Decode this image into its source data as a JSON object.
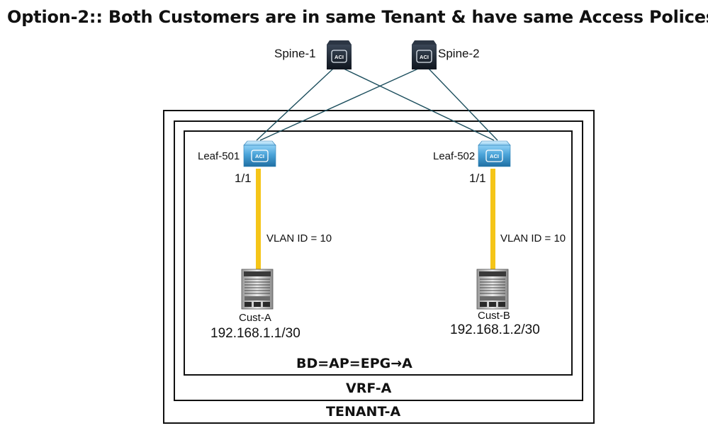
{
  "title": "Option-2:: Both Customers are in same Tenant & have same Access Polices",
  "spines": [
    {
      "label": "Spine-1",
      "icon": "aci-switch-icon"
    },
    {
      "label": "Spine-2",
      "icon": "aci-switch-icon"
    }
  ],
  "leaves": [
    {
      "label": "Leaf-501",
      "port": "1/1",
      "icon": "aci-switch-icon",
      "vlan": "VLAN ID = 10"
    },
    {
      "label": "Leaf-502",
      "port": "1/1",
      "icon": "aci-switch-icon",
      "vlan": "VLAN ID = 10"
    }
  ],
  "customers": [
    {
      "name": "Cust-A",
      "ip": "192.168.1.1/30",
      "icon": "chassis-switch-icon"
    },
    {
      "name": "Cust-B",
      "ip": "192.168.1.2/30",
      "icon": "chassis-switch-icon"
    }
  ],
  "containers": {
    "bd": "BD=AP=EPG→A",
    "vrf": "VRF-A",
    "tenant": "TENANT-A"
  },
  "colors": {
    "link_yellow": "#f5c518",
    "fabric_link": "#1d4f5e",
    "leaf_blue": "#4aa3d8",
    "spine_dark": "#1b2330"
  },
  "icon_text": "ACI"
}
